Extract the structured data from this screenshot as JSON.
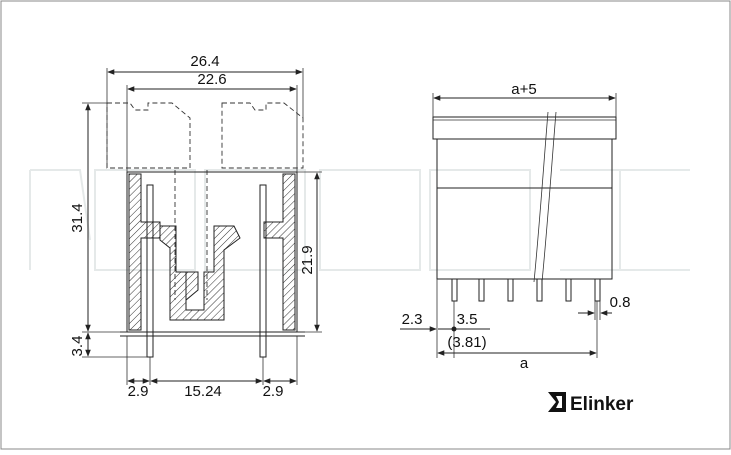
{
  "brand": {
    "name": "Elinker",
    "logo_icon": "elinker-logo-icon"
  },
  "left_view": {
    "dims": {
      "overall_width": "26.4",
      "inner_width": "22.6",
      "height_total": "31.4",
      "height_body": "21.9",
      "pin_below": "3.4",
      "left_offset": "2.9",
      "pitch_span": "15.24",
      "right_offset": "2.9"
    }
  },
  "right_view": {
    "dims": {
      "top_length": "a+5",
      "offset": "2.3",
      "pitch": "3.5",
      "pitch_alt": "(3.81)",
      "pin_width": "0.8",
      "bottom_length": "a"
    }
  },
  "watermark": "elinker-watermark"
}
